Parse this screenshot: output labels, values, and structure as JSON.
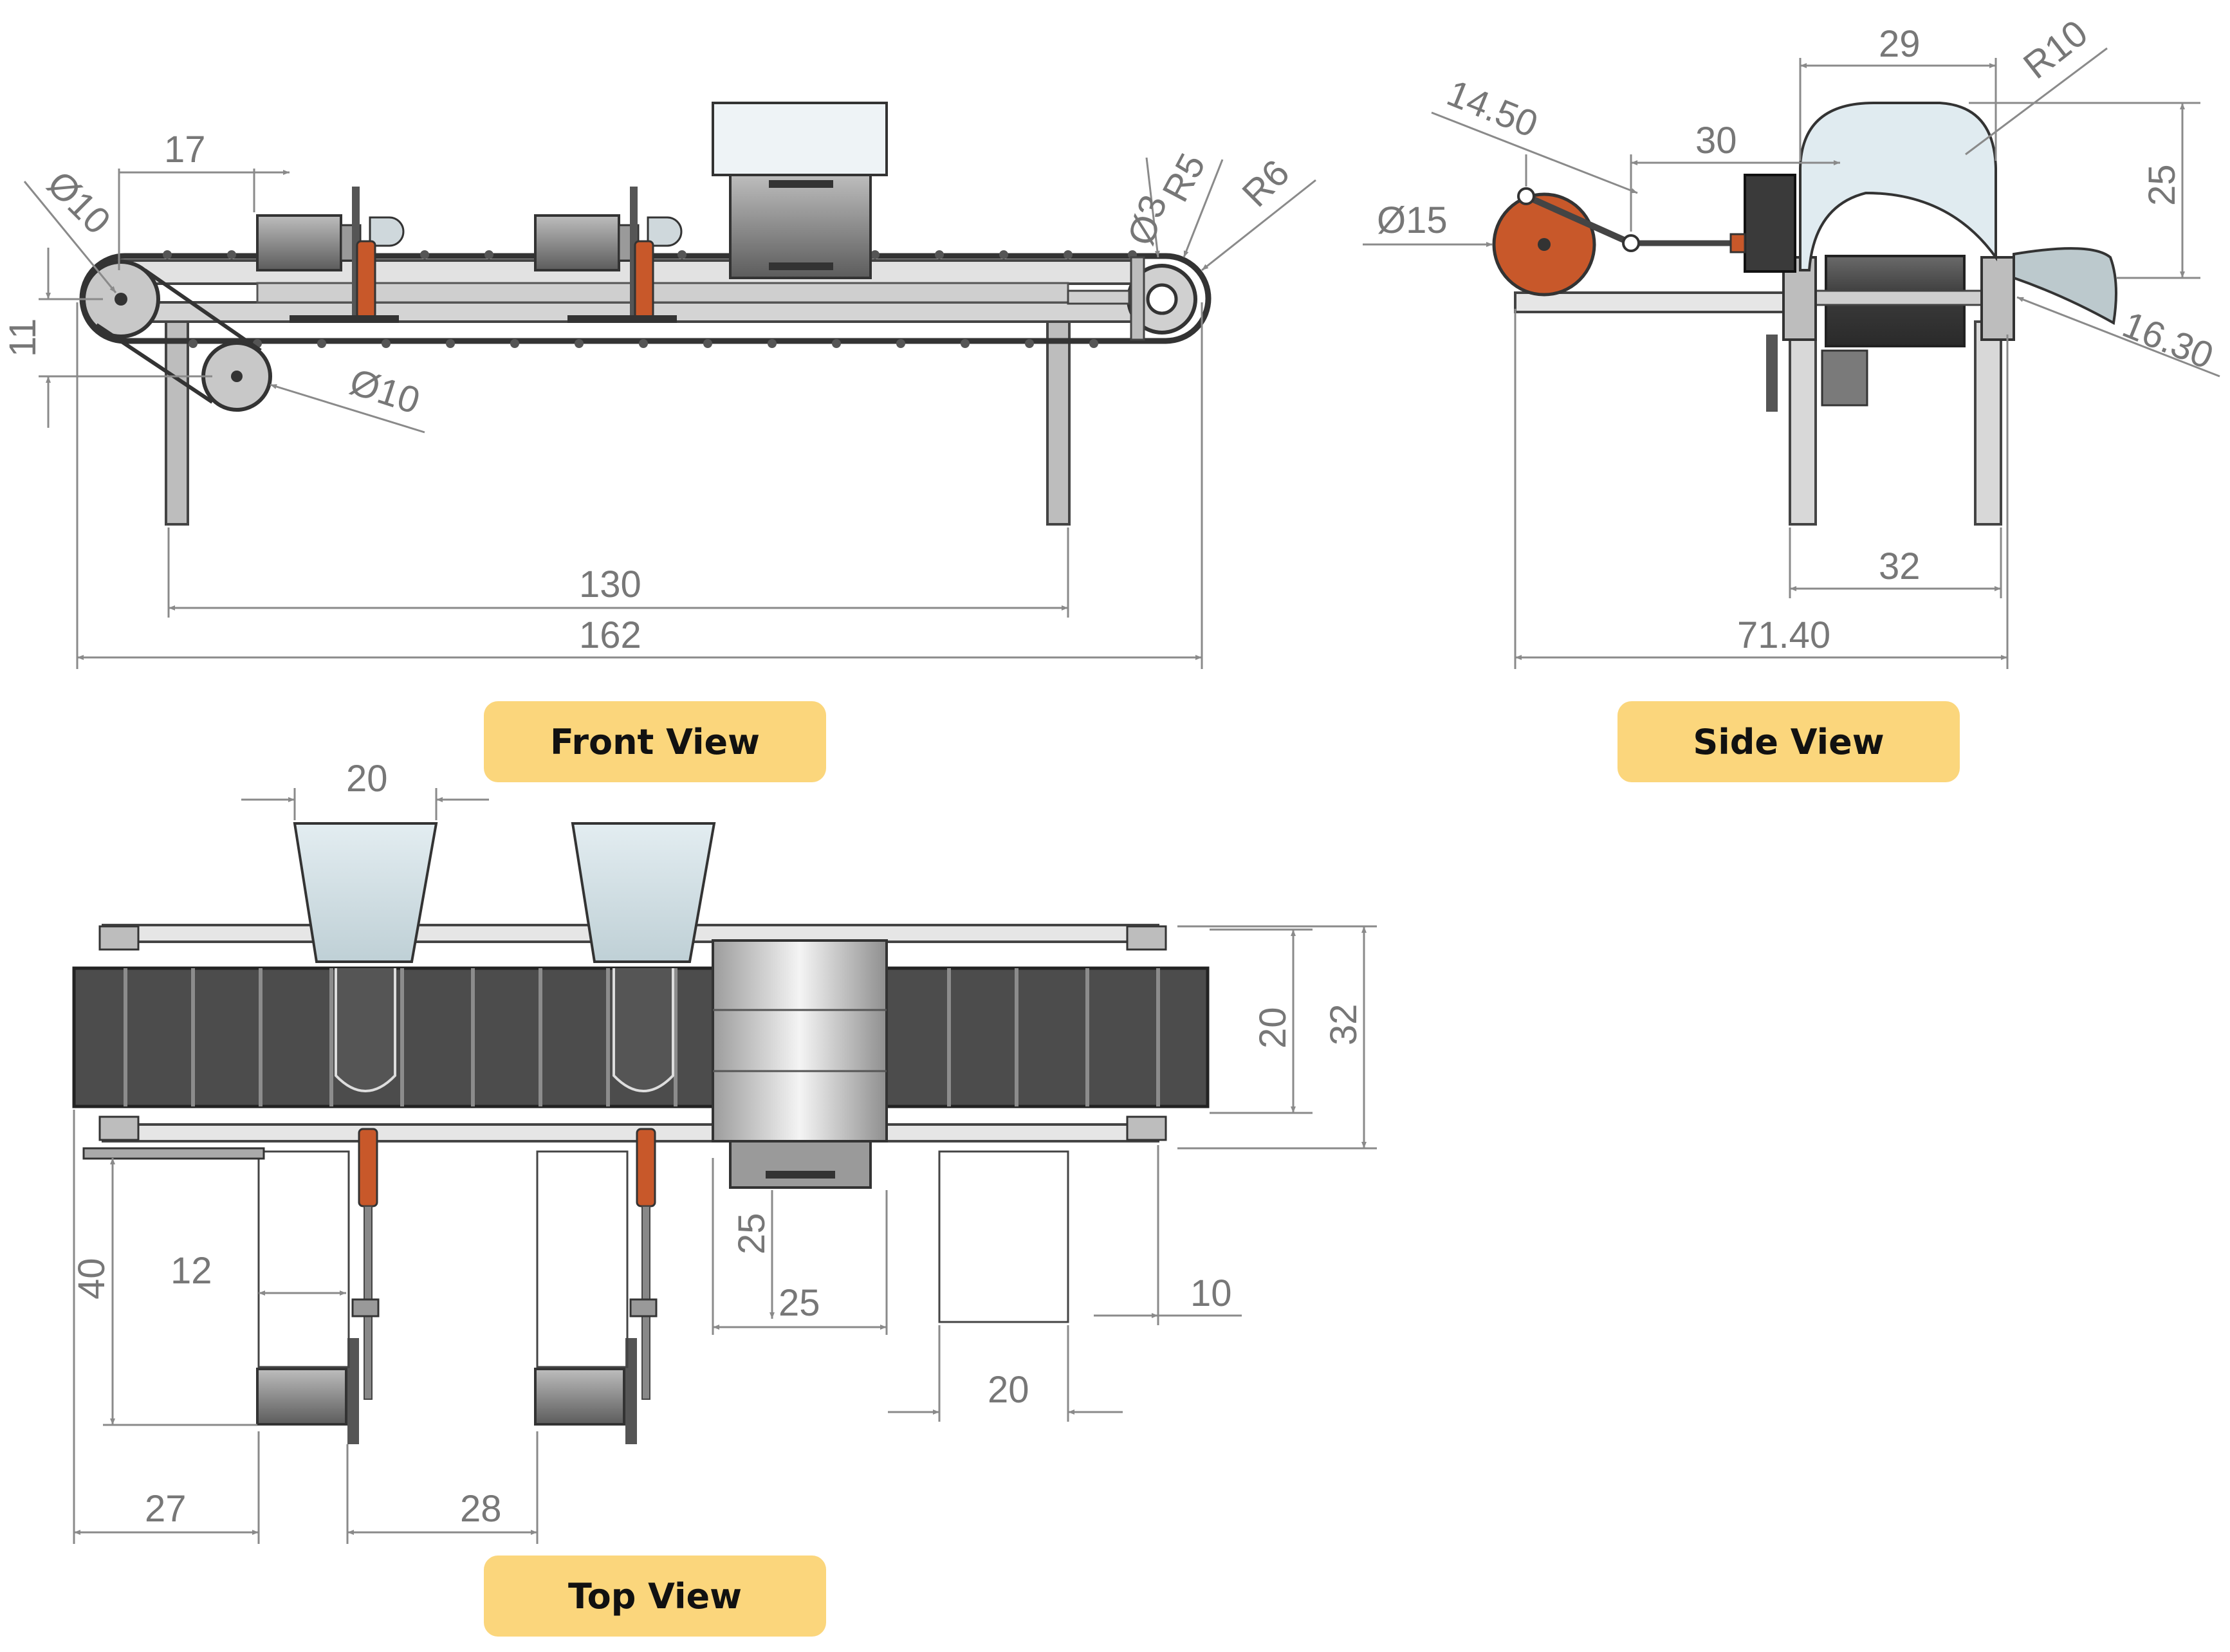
{
  "views": {
    "front": {
      "label": "Front View"
    },
    "side": {
      "label": "Side View"
    },
    "top": {
      "label": "Top View"
    }
  },
  "front_dims": {
    "dia_left_pulley": "Ø10",
    "d17": "17",
    "d11": "11",
    "dia_motor_pulley": "Ø10",
    "dia_roller": "Ø3",
    "r5": "R5",
    "r6": "R6",
    "d130": "130",
    "d162": "162"
  },
  "side_dims": {
    "d1450": "14.50",
    "d30": "30",
    "d29": "29",
    "r10": "R10",
    "d25": "25",
    "dia15": "Ø15",
    "d1630": "16.30",
    "d32": "32",
    "d7140": "71.40"
  },
  "top_dims": {
    "d20_hopper": "20",
    "d20_belt": "20",
    "d32": "32",
    "d40": "40",
    "d12": "12",
    "d25_v": "25",
    "d25_h": "25",
    "d10": "10",
    "d20_box": "20",
    "d27": "27",
    "d28": "28"
  },
  "colors": {
    "dim_line": "#8a8a8a",
    "dim_text": "#777777",
    "steel": "#9a9a9a",
    "dark_belt": "#4a4a4a",
    "orange": "#c8582a",
    "label_bg": "#fbd67c"
  }
}
